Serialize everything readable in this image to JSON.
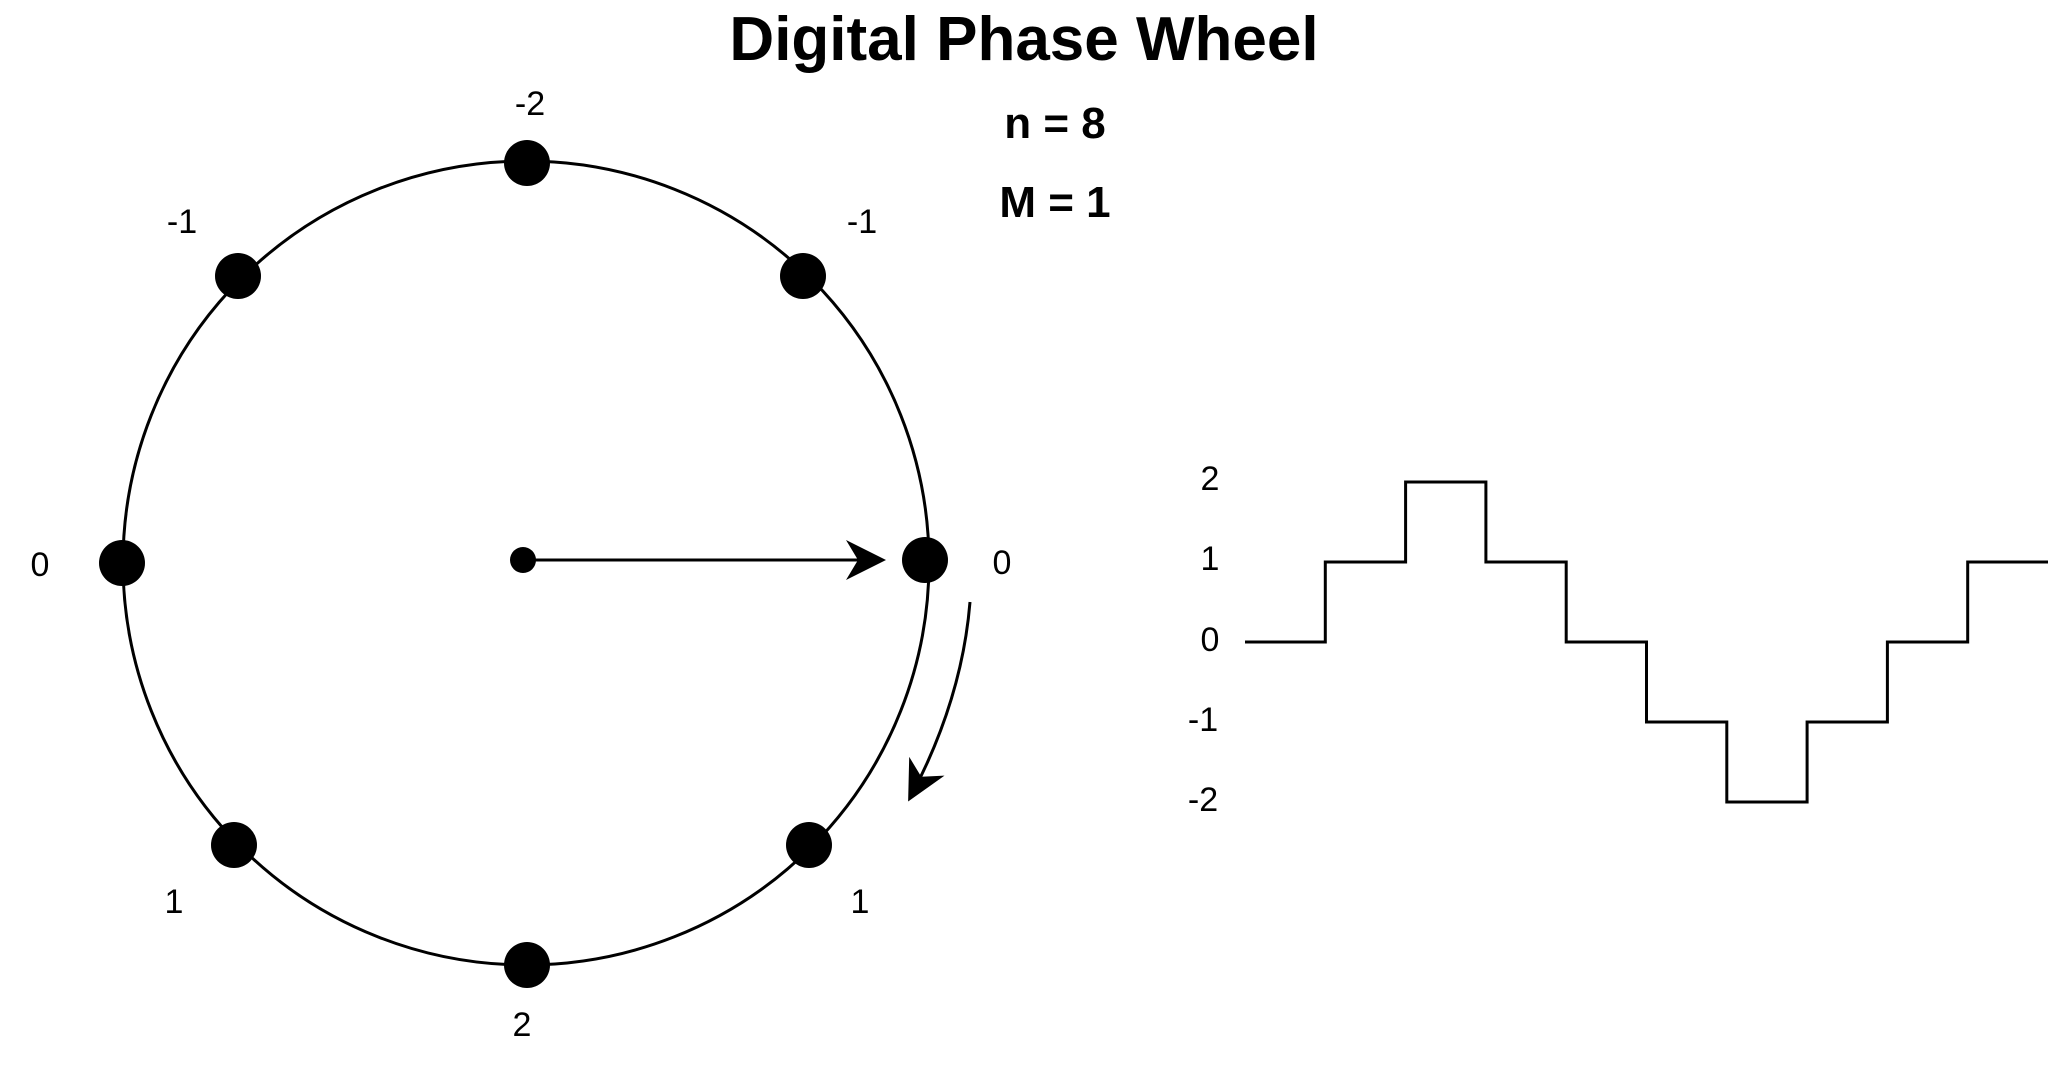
{
  "title": "Digital Phase Wheel",
  "params": {
    "n": "n = 8",
    "m": "M = 1"
  },
  "wheel": {
    "point_labels": [
      "0",
      "1",
      "2",
      "1",
      "0",
      "-1",
      "-2",
      "-1"
    ]
  },
  "waveform": {
    "y_tick_labels": [
      "2",
      "1",
      "0",
      "-1",
      "-2"
    ],
    "levels": [
      0,
      1,
      2,
      1,
      0,
      -1,
      -2,
      -1,
      0,
      1
    ]
  }
}
